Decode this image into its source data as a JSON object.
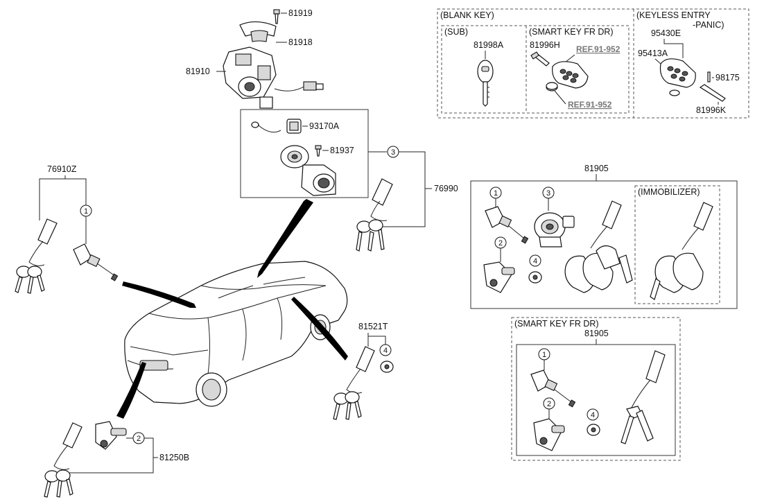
{
  "labels": {
    "p81919": "81919",
    "p81918": "81918",
    "p81910": "81910",
    "p93170A": "93170A",
    "p81937": "81937",
    "p76990": "76990",
    "p76910Z": "76910Z",
    "p81521T": "81521T",
    "p81250B": "81250B",
    "p81905a": "81905",
    "p81905b": "81905",
    "p81998A": "81998A",
    "p81996H": "81996H",
    "p95430E": "95430E",
    "p95413A": "95413A",
    "p98175": "98175",
    "p81996K": "81996K"
  },
  "refs": {
    "ref1": "REF.91-952",
    "ref2": "REF.91-952"
  },
  "groups": {
    "blank_key": "(BLANK KEY)",
    "sub": "(SUB)",
    "smart_key_fr_dr": "(SMART KEY FR DR)",
    "keyless_entry_line1": "(KEYLESS ENTRY",
    "keyless_entry_line2": "-PANIC)",
    "immobilizer": "(IMMOBILIZER)",
    "smart_key_fr_dr_lower": "(SMART KEY FR DR)"
  },
  "callouts": {
    "c1": "1",
    "c2": "2",
    "c3": "3",
    "c4": "4"
  }
}
